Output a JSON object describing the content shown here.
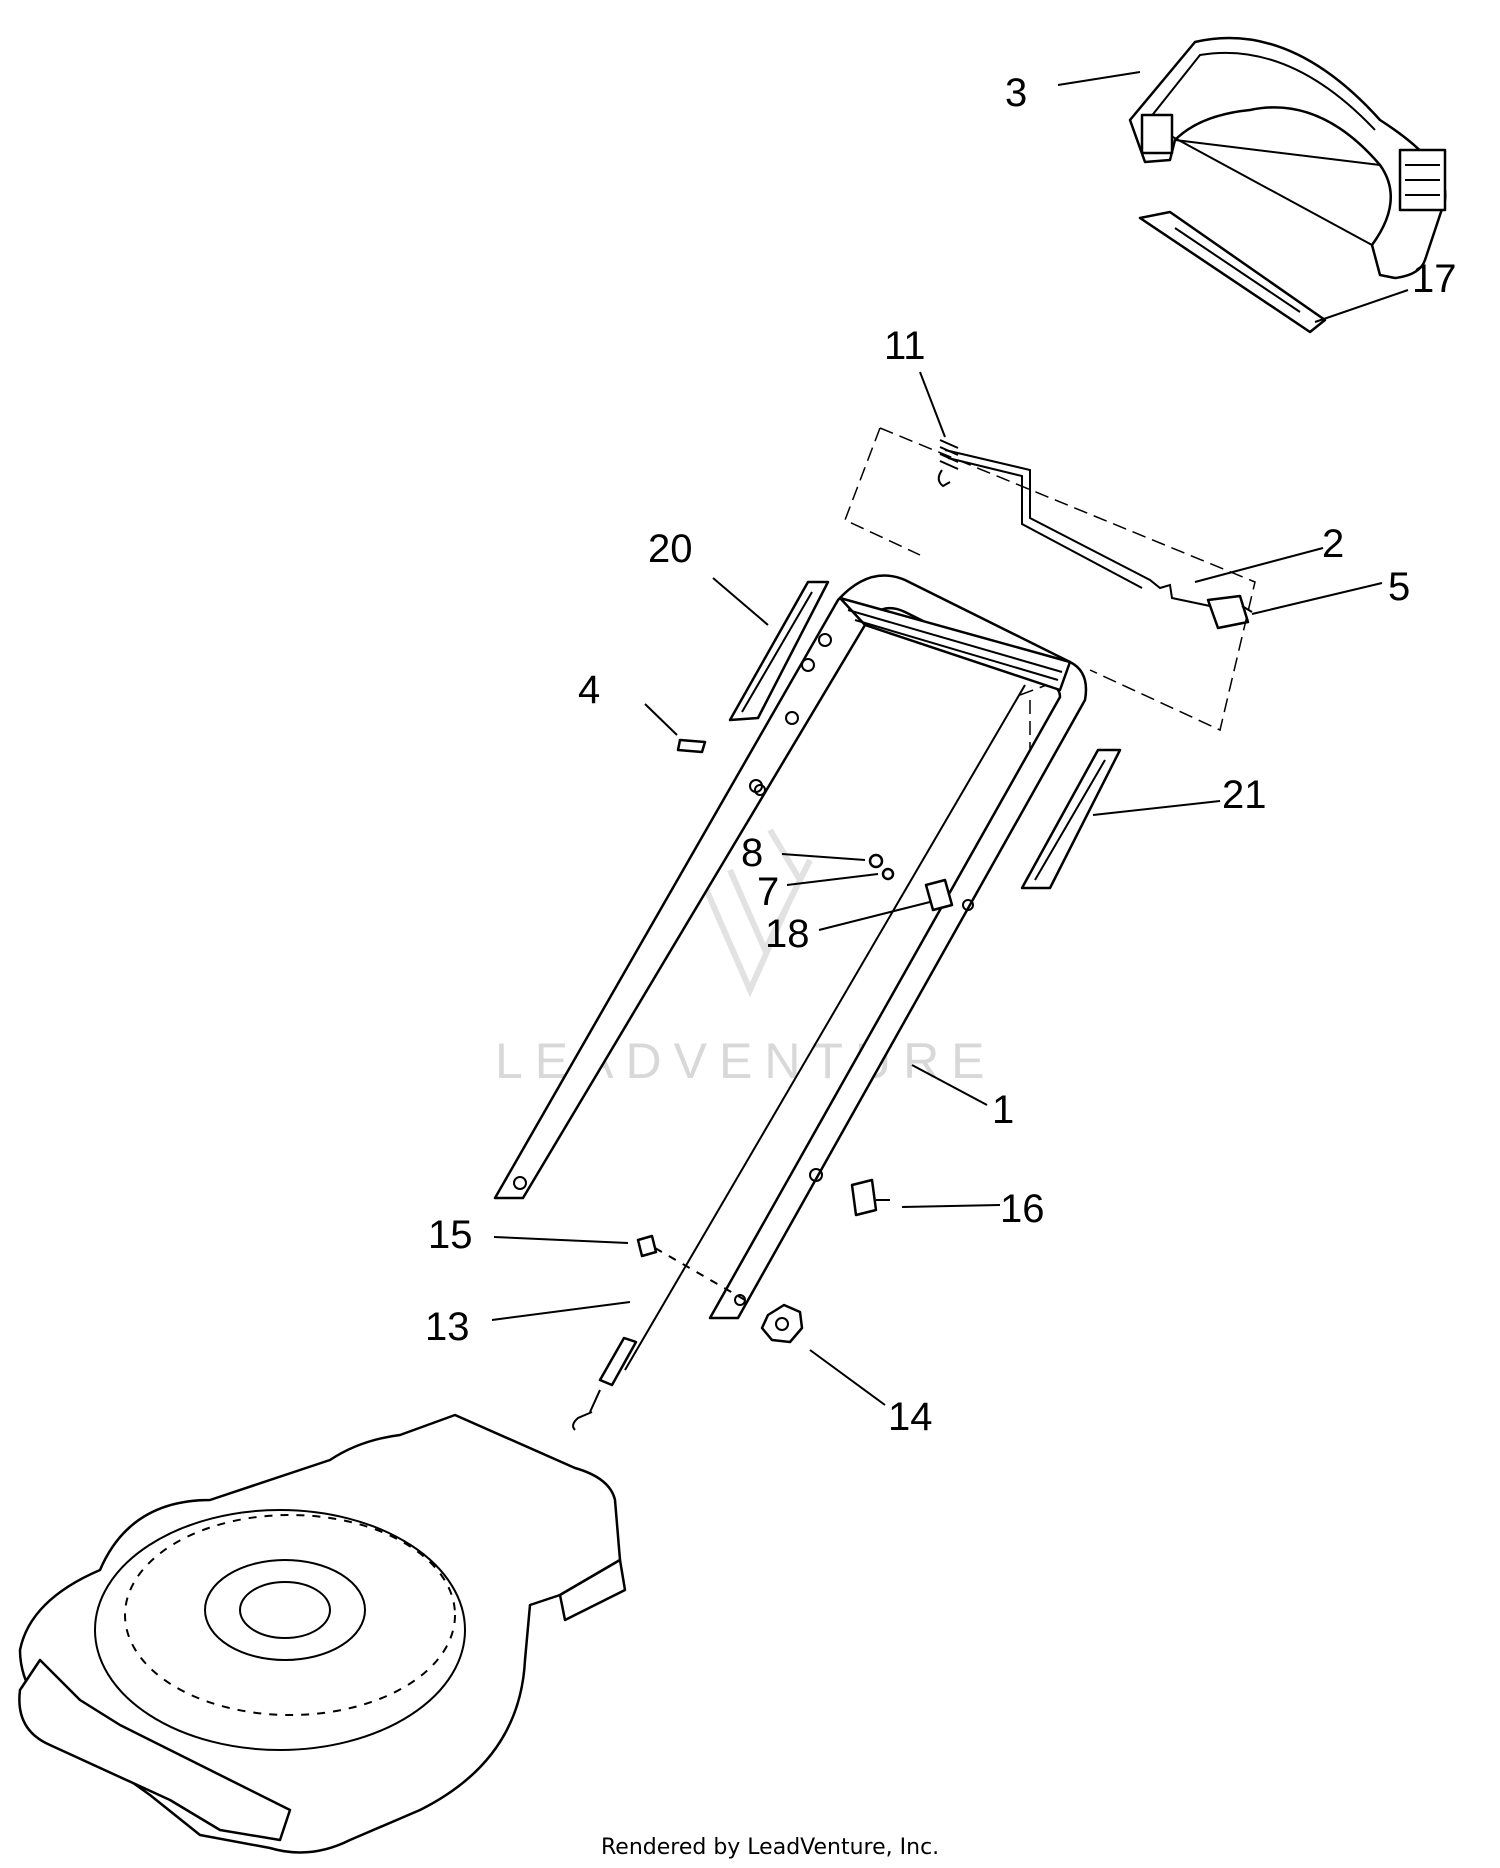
{
  "diagram": {
    "callouts": {
      "c1": "1",
      "c2": "2",
      "c3": "3",
      "c4": "4",
      "c5": "5",
      "c7": "7",
      "c8": "8",
      "c11": "11",
      "c13": "13",
      "c14": "14",
      "c15": "15",
      "c16": "16",
      "c17": "17",
      "c18": "18",
      "c20": "20",
      "c21": "21"
    },
    "watermark": "LEADVENTURE",
    "footer": "Rendered by LeadVenture, Inc."
  }
}
